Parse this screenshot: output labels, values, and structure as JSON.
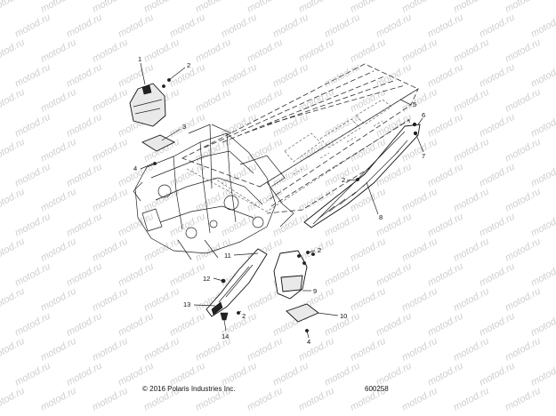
{
  "watermark": "motod.ru",
  "callouts": [
    {
      "id": "1",
      "label": "1"
    },
    {
      "id": "2a",
      "label": "2"
    },
    {
      "id": "3",
      "label": "3"
    },
    {
      "id": "4a",
      "label": "4"
    },
    {
      "id": "5",
      "label": "5"
    },
    {
      "id": "6",
      "label": "6"
    },
    {
      "id": "7",
      "label": "7"
    },
    {
      "id": "2b",
      "label": "2"
    },
    {
      "id": "8",
      "label": "8"
    },
    {
      "id": "2c",
      "label": "2"
    },
    {
      "id": "11",
      "label": "11"
    },
    {
      "id": "12",
      "label": "12"
    },
    {
      "id": "13",
      "label": "13"
    },
    {
      "id": "2d",
      "label": "2"
    },
    {
      "id": "14",
      "label": "14"
    },
    {
      "id": "9",
      "label": "9"
    },
    {
      "id": "10",
      "label": "10"
    },
    {
      "id": "4b",
      "label": "4"
    }
  ],
  "footer": {
    "copyright": "© 2016 Polaris Industries Inc.",
    "diagram_number": "600258"
  }
}
